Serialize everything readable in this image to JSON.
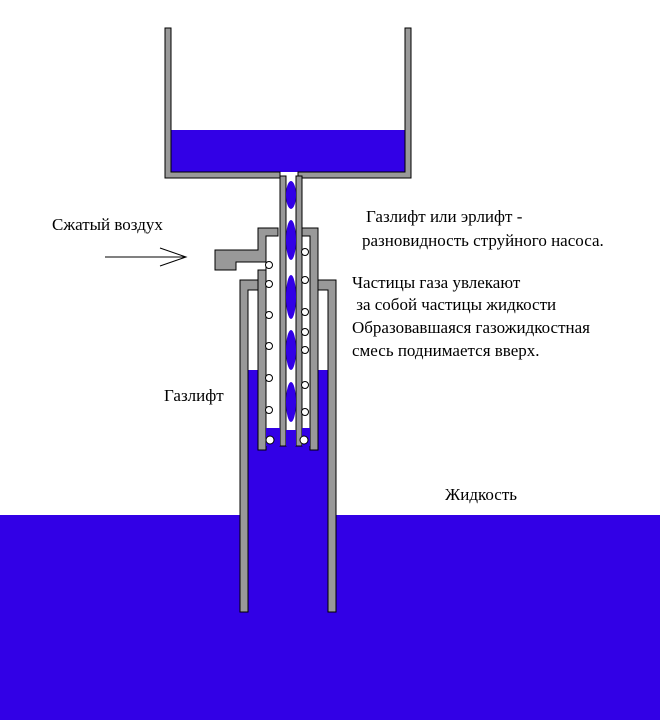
{
  "labels": {
    "compressed_air": "Сжатый воздух",
    "title_line1": "Газлифт или эрлифт -",
    "title_line2": "разновидность струйного насоса.",
    "desc_line1": "Частицы газа увлекают",
    "desc_line2": " за собой частицы жидкости",
    "desc_line3": "Образовавшаяся газожидкостная",
    "desc_line4": "смесь поднимается вверх.",
    "gaslift": "Газлифт",
    "liquid": "Жидкость"
  },
  "colors": {
    "liquid": "#3200e6",
    "pipe_wall": "#999999",
    "outline": "#000000",
    "background": "#ffffff"
  }
}
